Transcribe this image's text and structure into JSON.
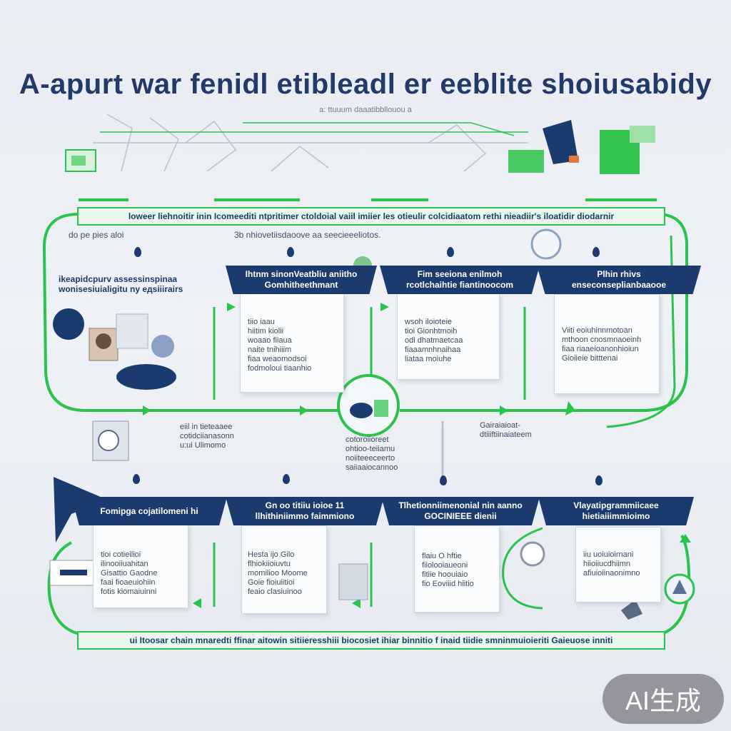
{
  "title": "A-apurt war fenidl etibleadl er eeblite shoiusabidy",
  "subtitle": "a: ttuuum daaatibbllouou a",
  "top_strip": "loweer liehnoitir inin Icomeediti ntpritimer ctoldoial vaiil imiier les otieulir colcidiaatom rethi nieadiir's iloatidir diodarnir",
  "bottom_strip": "ui Itoosar chain mnaredti ffinar aitowin sitiieresshiii biocosiet ihiar binnitio f inaid tiidie smninmuioieriti Gaieuose inniti",
  "watermark": "AI生成",
  "top_section": {
    "left_label": "do pe pies aloi",
    "mid_label": "3b nhiovetiisdaoove aa seecieeeliotos.",
    "headline": "ikeapidcpurv assessinspinaa\nwonisesiuialigitu ny eдsiiirairs"
  },
  "steps_row1": [
    {
      "banner": "Ihtnm sinonVeatbliu\naniitho Gomhitheethmant",
      "text": "tiio iaau\nhiitim kiolii\nwoaao fiiaua\nnaite tnihiiim\nfiaa weaomodsoi\nfodmoloui tiaanhio"
    },
    {
      "banner": "Fim seeiona enilmoh\nrcotlchaihtie fiantinoocom",
      "text": "wsoh iloioteie\ntioi Gionhtmoih\nodi dhatmaetcaa\nfiaaamnhnaihaa\nliataa moiuhe"
    },
    {
      "banner": "Plhin\nrhivs enseconseplianbaaooe",
      "text": "Viiti eoiuhinnmotoan\nmthoon cnosmnaoeinh\nfiaa riaaeioanonhioiun\nGioiieie bitttenai"
    }
  ],
  "middle": {
    "left_text": "eiil in tieteaaee\ncotidciianasonn\nu:ui Ulimomo",
    "center_text": "cotoroiioreet\nohtioo-teiiamu\nnoiiteeeceerto\nsaiiaaiocannoo",
    "right_text": "Gairaiaioat-\ndtiiiftiinaiateem"
  },
  "steps_row2": [
    {
      "banner": "Fomipga cojatilomeni\nhi",
      "text": "tioi cotieilioi\nilinooiiuahitan\nGisattio Gaodne\nfaai fioaeuiohiin\nfotis kiomaiuinni"
    },
    {
      "banner": "Gn oo titiiu ioioe\n11 llhithiniimmo faimmiono",
      "text": "Hesta ijo Gilo\nflhiokiioiuvtu\nmomilioo Moome\nGoie fioiuiitioi\nfeaio clasiuinoo"
    },
    {
      "banner": "Tlhetionniimenonial\nnin aanno GOCINIEEE dienii",
      "text": "flaiu O hftie\nfiiolooiaueoni\nfitiie hoouiaio\nfio Eoviiid hiitio"
    },
    {
      "banner": "Vlayatipgrammiicaee\nhietiaiiimmioimo",
      "text": "iiu uoiuioirnani\nhiioiiucdhiimn\nafiuioiinaonimno"
    }
  ],
  "colors": {
    "navy": "#1b3b6e",
    "green": "#2bc34a",
    "background": "#eaedf2"
  }
}
